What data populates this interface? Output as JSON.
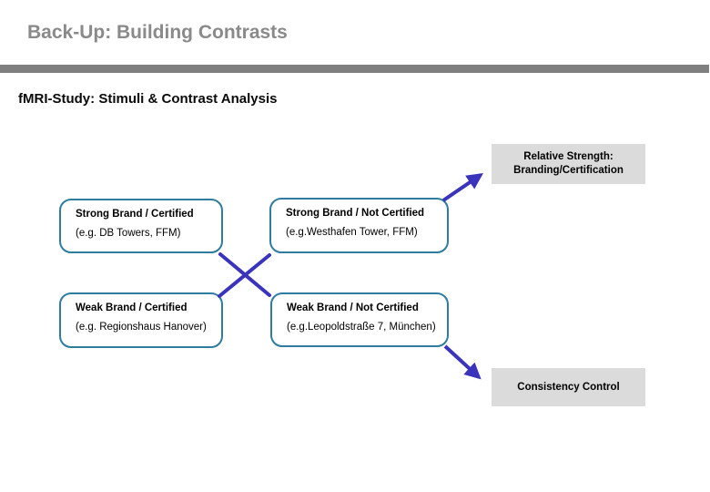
{
  "header": {
    "title": "Back-Up: Building Contrasts"
  },
  "section": {
    "heading": "fMRI-Study: Stimuli & Contrast Analysis"
  },
  "annotations": {
    "relative_strength": {
      "line1": "Relative Strength:",
      "line2": "Branding/Certification"
    },
    "consistency_control": "Consistency Control"
  },
  "stimulus_boxes": [
    {
      "title": "Strong Brand / Certified",
      "example": "(e.g. DB Towers, FFM)"
    },
    {
      "title": "Strong Brand / Not Certified",
      "example": "(e.g.Westhafen Tower, FFM)"
    },
    {
      "title": "Weak Brand / Certified",
      "example": "(e.g. Regionshaus Hanover)"
    },
    {
      "title": "Weak Brand / Not Certified",
      "example": "(e.g.Leopoldstraße 7, München)"
    }
  ],
  "colors": {
    "title_gray": "#8a8a8a",
    "divider_gray": "#7f7f7f",
    "label_box_fill": "#dbdbdb",
    "stimulus_border_teal": "#2e7ca0",
    "arrow_indigo": "#3a33bb",
    "text_black": "#000000"
  }
}
